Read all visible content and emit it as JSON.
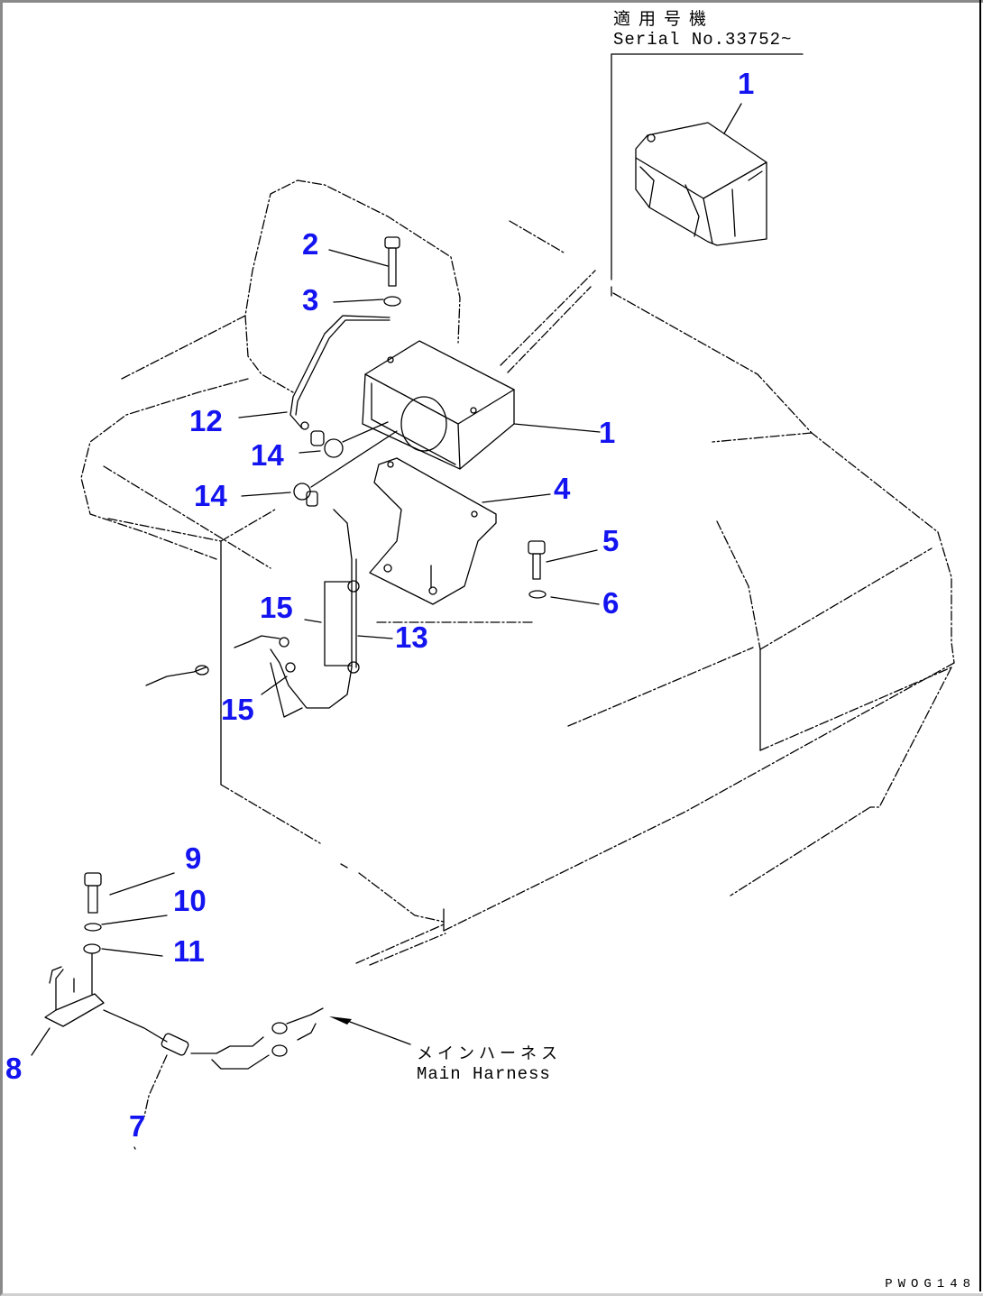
{
  "diagram": {
    "title_jp": "適用号機",
    "serial_label": "Serial No.33752~",
    "drawing_code": "PWOG148",
    "harness_label_jp": "メインハーネス",
    "harness_label_en": "Main Harness",
    "callout_color": "#1414f0",
    "line_color": "#000000",
    "parts": [
      {
        "no": "1",
        "name": "lamp-assembly-serial"
      },
      {
        "no": "2",
        "name": "bolt"
      },
      {
        "no": "3",
        "name": "washer"
      },
      {
        "no": "12",
        "name": "wire"
      },
      {
        "no": "14",
        "name": "connector-upper"
      },
      {
        "no": "1",
        "name": "lamp-assembly"
      },
      {
        "no": "14",
        "name": "connector-lower"
      },
      {
        "no": "4",
        "name": "bracket"
      },
      {
        "no": "5",
        "name": "bolt"
      },
      {
        "no": "6",
        "name": "washer"
      },
      {
        "no": "15",
        "name": "clamp-upper"
      },
      {
        "no": "13",
        "name": "wiring-harness"
      },
      {
        "no": "15",
        "name": "clamp-lower"
      },
      {
        "no": "9",
        "name": "bolt"
      },
      {
        "no": "10",
        "name": "spring-washer"
      },
      {
        "no": "11",
        "name": "washer"
      },
      {
        "no": "8",
        "name": "bracket"
      },
      {
        "no": "7",
        "name": "wiring-harness"
      }
    ]
  }
}
